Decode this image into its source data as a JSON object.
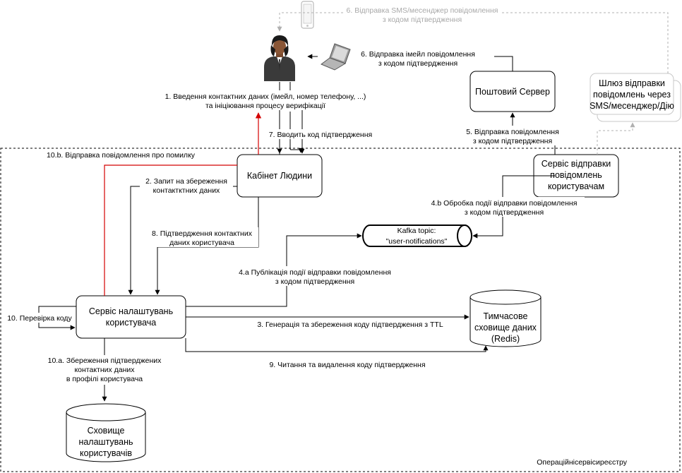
{
  "colors": {
    "line": "#000000",
    "error": "#d40000",
    "muted": "#b0b0b0",
    "box_fill": "#ffffff"
  },
  "nodes": {
    "cabinet": "Кабінет Людини",
    "settings_service": [
      "Сервіс налаштувань",
      "користувача"
    ],
    "mail_server": "Поштовий Сервер",
    "notify_service": [
      "Сервіс відправки",
      "повідомлень",
      "користувачам"
    ],
    "gateway": [
      "Шлюз відправки",
      "повідомлень через",
      "SMS/месенджер/Дію"
    ],
    "kafka": [
      "Kafka topic:",
      "\"user-notifications\""
    ],
    "temp_storage": [
      "Тимчасове",
      "сховище даних",
      "(Redis)"
    ],
    "settings_storage": [
      "Сховище",
      "налаштувань",
      "користувачів"
    ]
  },
  "icons": {
    "person": "person-icon",
    "laptop": "laptop-icon",
    "phone": "mobile-phone-icon"
  },
  "boundary_label": "Операційнісервісиреєстру",
  "labels": {
    "step1": [
      "1. Введення контактних даних (імейл, номер телефону, ...)",
      "та ініціювання процесу верифікації"
    ],
    "step2": [
      "2. Запит на збереження",
      "контактктних даних"
    ],
    "step3": "3. Генерація та збереження коду підтвердження з TTL",
    "step4a": [
      "4.a Публікація події відправки повідомлення",
      "з кодом підтвердження"
    ],
    "step4b": [
      "4.b Обробка події відправки повідомлення",
      "з кодом підтвердження"
    ],
    "step5": [
      "5. Відправка повідомлення",
      "з кодом підтвердження"
    ],
    "step6_email": [
      "6. Відправка імейл повідомлення",
      "з кодом підтвердження"
    ],
    "step6_sms": [
      "6. Відправка SMS/месенджер повідомлення",
      "з кодом підтвердження"
    ],
    "step7": "7. Вводить код підтвердження",
    "step8": [
      "8. Підтвердження контактних",
      "даних користувача"
    ],
    "step9": "9. Читання та видалення коду підтвердження",
    "step10": "10. Перевірка коду",
    "step10a": [
      "10.a. Збереження підтверджених",
      "контактних даних",
      "в профілі користувача"
    ],
    "step10b": "10.b. Відправка повідомлення про помилку"
  }
}
